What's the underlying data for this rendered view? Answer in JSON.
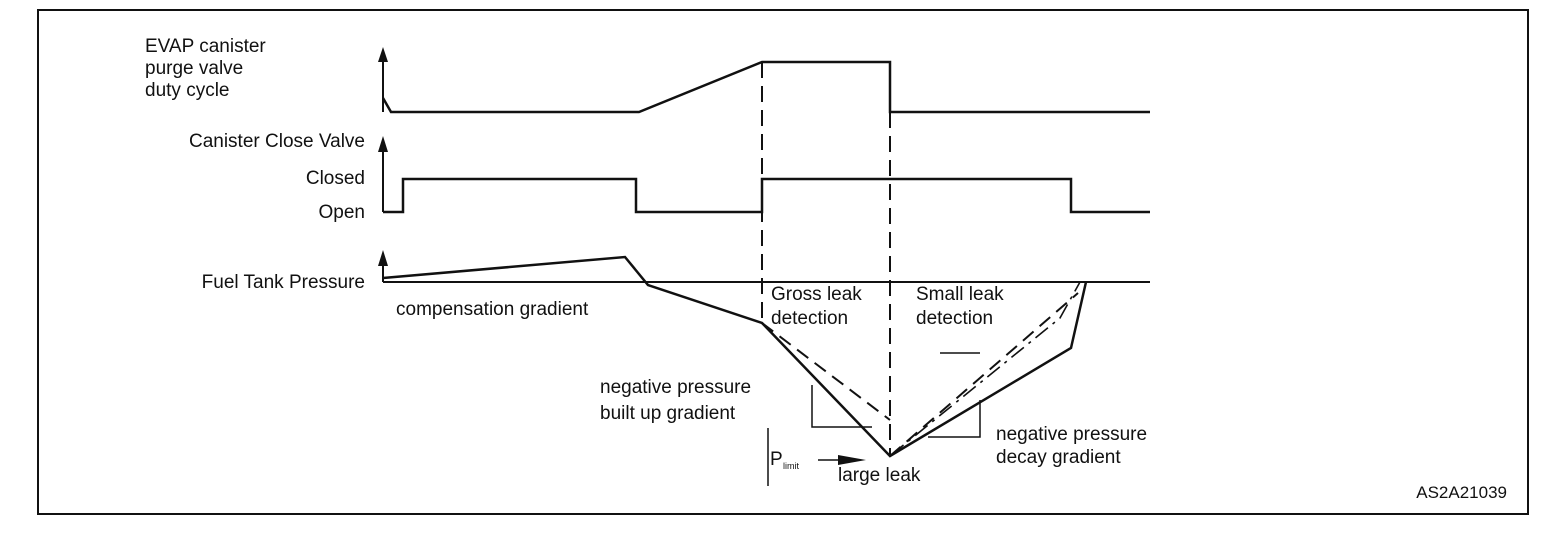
{
  "labels": {
    "purge_line1": "EVAP canister",
    "purge_line2": "purge valve",
    "purge_line3": "duty cycle",
    "close_valve": "Canister Close Valve",
    "closed": "Closed",
    "open": "Open",
    "fuel_tank_pressure": "Fuel Tank Pressure",
    "compensation_gradient": "compensation gradient",
    "gross_line1": "Gross leak",
    "gross_line2": "detection",
    "small_line1": "Small leak",
    "small_line2": "detection",
    "neg_built_line1": "negative pressure",
    "neg_built_line2": "built up gradient",
    "neg_decay_line1": "negative pressure",
    "neg_decay_line2": "decay gradient",
    "p_main": "P",
    "p_sub": "limit",
    "large_leak": "large leak",
    "figure_id": "AS2A21039"
  },
  "colors": {
    "ink": "#111111",
    "background": "#ffffff"
  }
}
